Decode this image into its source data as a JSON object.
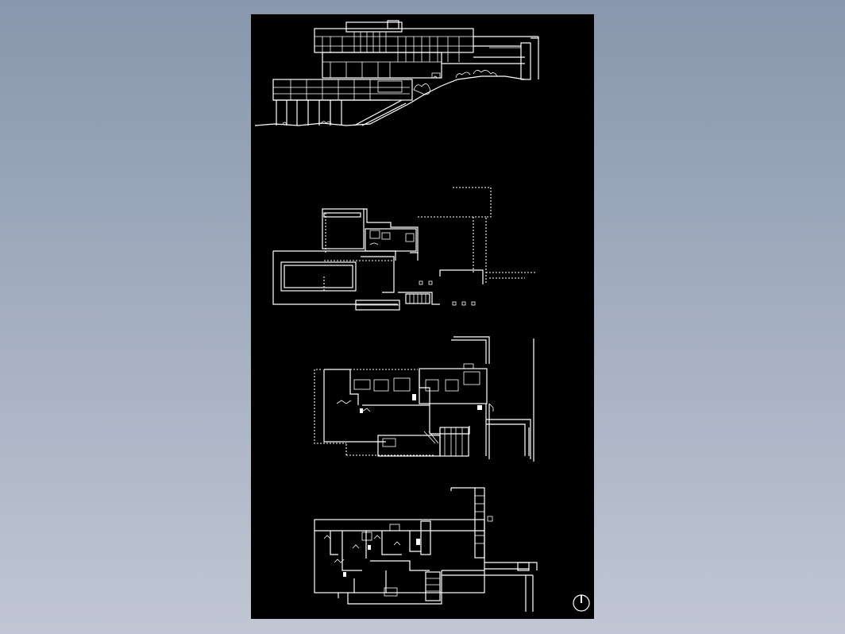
{
  "canvas": {
    "background_top": "#8897ad",
    "background_bottom": "#c0c6d3",
    "sheet_color": "#000000",
    "line_color": "#ffffff"
  },
  "drawings": [
    {
      "id": "elevation",
      "label": ""
    },
    {
      "id": "plan-level-1",
      "label": ""
    },
    {
      "id": "plan-level-2",
      "label": ""
    },
    {
      "id": "plan-level-3",
      "label": ""
    }
  ],
  "north_arrow": {
    "icon": "north-arrow-icon"
  }
}
